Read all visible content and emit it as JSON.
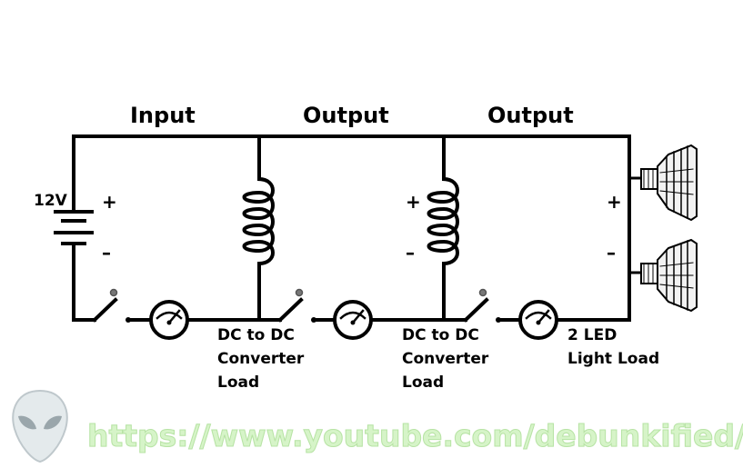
{
  "labels": {
    "section_input": "Input",
    "section_output_1": "Output",
    "section_output_2": "Output",
    "battery_voltage": "12V",
    "plus": "+",
    "minus": "–"
  },
  "loads": {
    "converter_1": [
      "DC to DC",
      "Converter",
      "Load"
    ],
    "converter_2": [
      "DC to DC",
      "Converter",
      "Load"
    ],
    "led": [
      "2 LED",
      "Light Load"
    ]
  },
  "watermark": {
    "url": "https://www.youtube.com/debunkified/"
  },
  "colors": {
    "wire": "#000000",
    "watermark_text": "#d6f4c8",
    "alien_logo": "#c9d2d6"
  },
  "icons": [
    "battery-icon",
    "switch-icon",
    "ammeter-icon",
    "coil-icon",
    "led-bulb-icon",
    "alien-logo-icon"
  ]
}
